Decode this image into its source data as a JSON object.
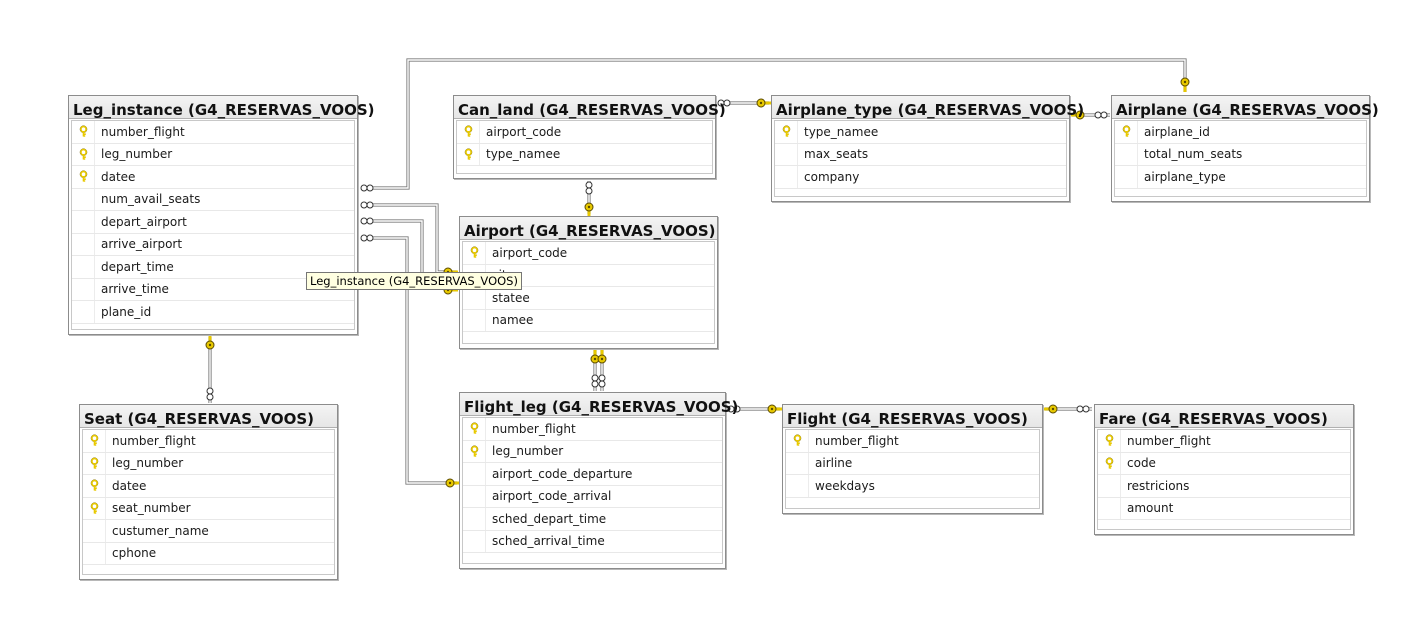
{
  "tables": [
    {
      "id": "leg_instance",
      "title": "Leg_instance (G4_RESERVAS_VOOS)",
      "columns": [
        {
          "name": "number_flight",
          "key": true
        },
        {
          "name": "leg_number",
          "key": true
        },
        {
          "name": "datee",
          "key": true
        },
        {
          "name": "num_avail_seats",
          "key": false
        },
        {
          "name": "depart_airport",
          "key": false
        },
        {
          "name": "arrive_airport",
          "key": false
        },
        {
          "name": "depart_time",
          "key": false
        },
        {
          "name": "arrive_time",
          "key": false
        },
        {
          "name": "plane_id",
          "key": false
        }
      ]
    },
    {
      "id": "can_land",
      "title": "Can_land (G4_RESERVAS_VOOS)",
      "columns": [
        {
          "name": "airport_code",
          "key": true
        },
        {
          "name": "type_namee",
          "key": true
        }
      ]
    },
    {
      "id": "airplane_type",
      "title": "Airplane_type (G4_RESERVAS_VOOS)",
      "columns": [
        {
          "name": "type_namee",
          "key": true
        },
        {
          "name": "max_seats",
          "key": false
        },
        {
          "name": "company",
          "key": false
        }
      ]
    },
    {
      "id": "airplane",
      "title": "Airplane (G4_RESERVAS_VOOS)",
      "columns": [
        {
          "name": "airplane_id",
          "key": true
        },
        {
          "name": "total_num_seats",
          "key": false
        },
        {
          "name": "airplane_type",
          "key": false
        }
      ]
    },
    {
      "id": "airport",
      "title": "Airport (G4_RESERVAS_VOOS)",
      "columns": [
        {
          "name": "airport_code",
          "key": true
        },
        {
          "name": "city",
          "key": false
        },
        {
          "name": "statee",
          "key": false
        },
        {
          "name": "namee",
          "key": false
        }
      ]
    },
    {
      "id": "seat",
      "title": "Seat (G4_RESERVAS_VOOS)",
      "columns": [
        {
          "name": "number_flight",
          "key": true
        },
        {
          "name": "leg_number",
          "key": true
        },
        {
          "name": "datee",
          "key": true
        },
        {
          "name": "seat_number",
          "key": true
        },
        {
          "name": "custumer_name",
          "key": false
        },
        {
          "name": "cphone",
          "key": false
        }
      ]
    },
    {
      "id": "flight_leg",
      "title": "Flight_leg (G4_RESERVAS_VOOS)",
      "columns": [
        {
          "name": "number_flight",
          "key": true
        },
        {
          "name": "leg_number",
          "key": true
        },
        {
          "name": "airport_code_departure",
          "key": false
        },
        {
          "name": "airport_code_arrival",
          "key": false
        },
        {
          "name": "sched_depart_time",
          "key": false
        },
        {
          "name": "sched_arrival_time",
          "key": false
        }
      ]
    },
    {
      "id": "flight",
      "title": "Flight (G4_RESERVAS_VOOS)",
      "columns": [
        {
          "name": "number_flight",
          "key": true
        },
        {
          "name": "airline",
          "key": false
        },
        {
          "name": "weekdays",
          "key": false
        }
      ]
    },
    {
      "id": "fare",
      "title": "Fare (G4_RESERVAS_VOOS)",
      "columns": [
        {
          "name": "number_flight",
          "key": true
        },
        {
          "name": "code",
          "key": true
        },
        {
          "name": "restricions",
          "key": false
        },
        {
          "name": "amount",
          "key": false
        }
      ]
    }
  ],
  "tooltip": {
    "text": "Leg_instance (G4_RESERVAS_VOOS)"
  },
  "colors": {
    "key_icon": "#e8c900",
    "connector_line": "#7a7a7a",
    "tooltip_bg": "#ffffe1"
  }
}
